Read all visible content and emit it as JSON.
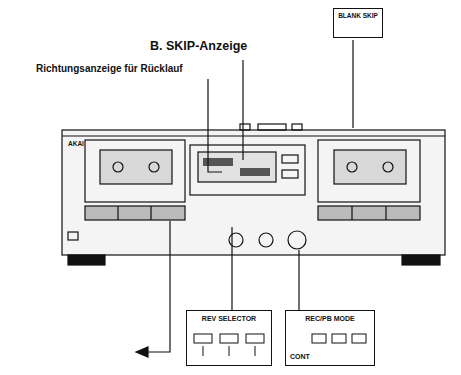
{
  "diagram": {
    "nodes": [
      {
        "text": [
          "BLANK SKIP"
        ]
      },
      {
        "text": [
          "REV SELECTOR"
        ]
      },
      {
        "text": [
          "REC/PB MODE",
          "CONT"
        ]
      }
    ],
    "labels": [
      "B. SKIP-Anzeige",
      "Richtungsanzeige für Rücklauf",
      "AKAI"
    ]
  }
}
